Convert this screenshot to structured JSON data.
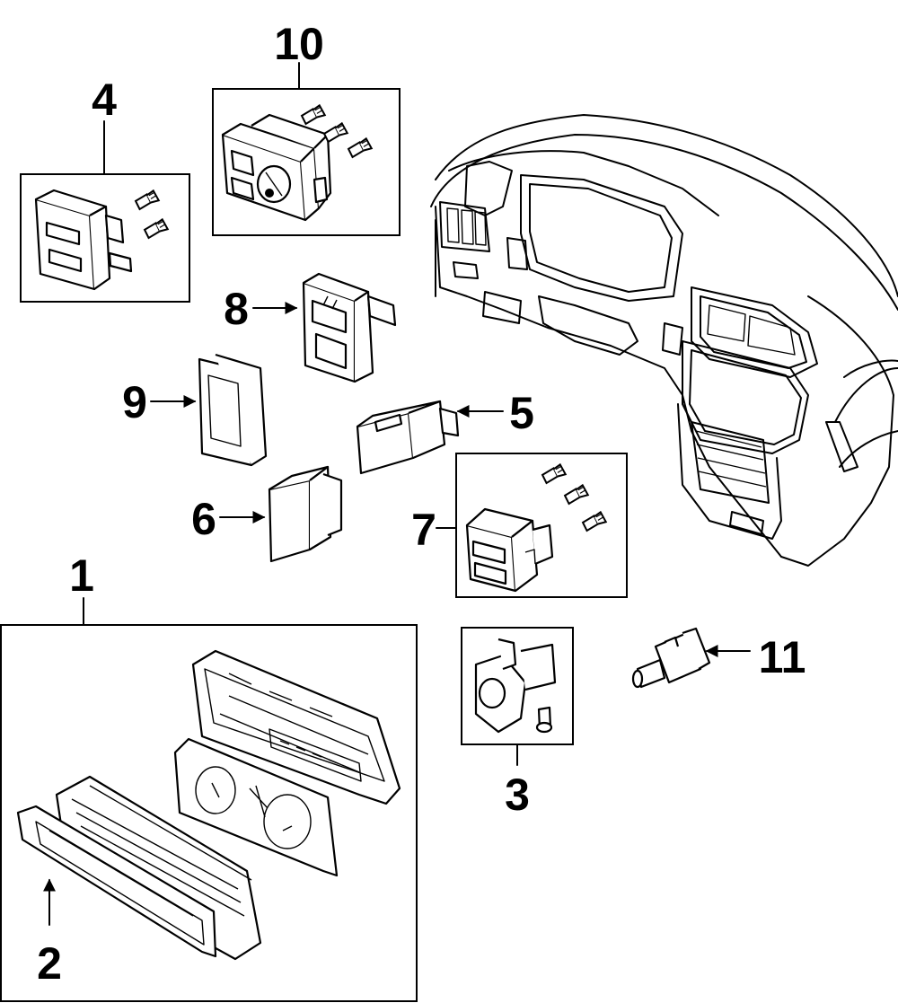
{
  "callouts": {
    "c1": "1",
    "c2": "2",
    "c3": "3",
    "c4": "4",
    "c5": "5",
    "c6": "6",
    "c7": "7",
    "c8": "8",
    "c9": "9",
    "c10": "10",
    "c11": "11"
  },
  "icons": {
    "dashboard": "instrument-panel-outline",
    "switch": "switch-drawing",
    "screw": "screw-drawing"
  }
}
